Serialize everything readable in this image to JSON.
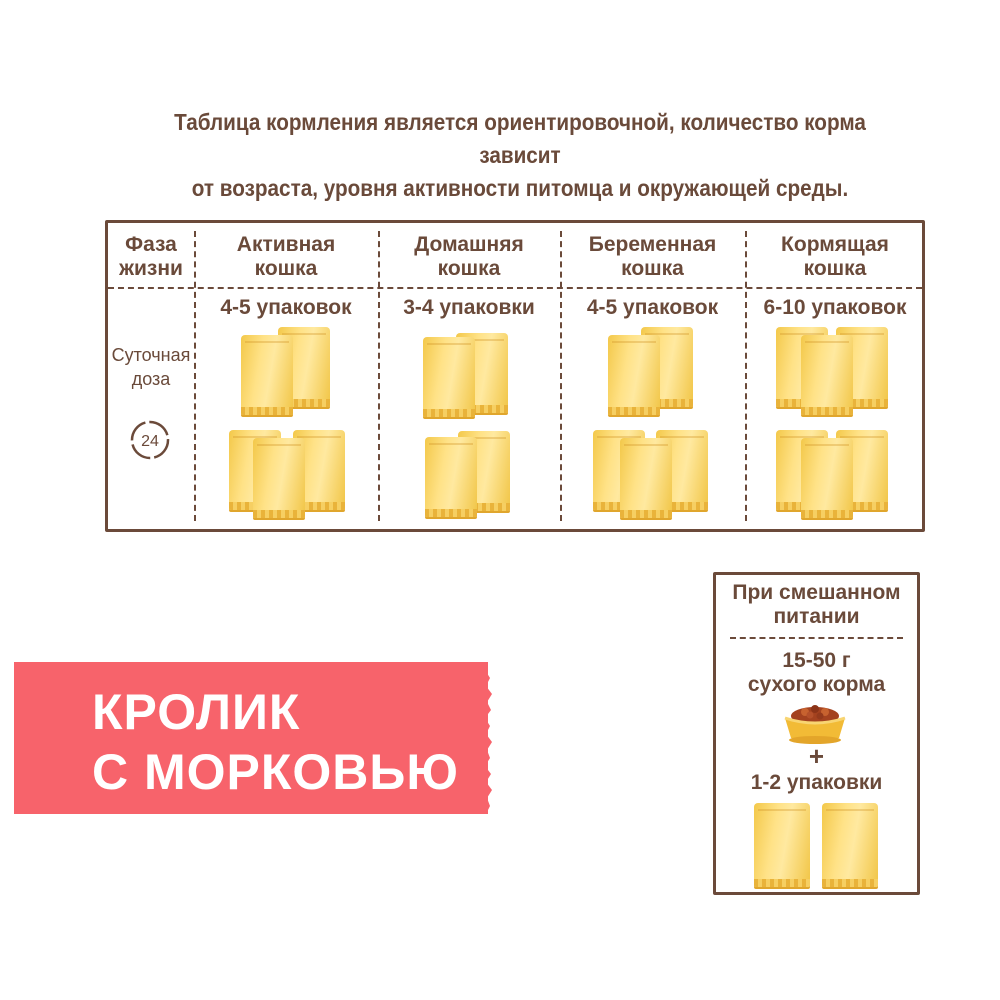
{
  "note": {
    "line1": "Таблица кормления является ориентировочной, количество корма зависит",
    "line2": "от возраста, уровня активности питомца и окружающей среды."
  },
  "table": {
    "phase_header": [
      "Фаза",
      "жизни"
    ],
    "daily_dose": [
      "Суточная",
      "доза"
    ],
    "clock_label": "24",
    "columns": [
      {
        "title": [
          "Активная",
          "кошка"
        ],
        "quantity": "4-5 упаковок"
      },
      {
        "title": [
          "Домашняя",
          "кошка"
        ],
        "quantity": "3-4 упаковки"
      },
      {
        "title": [
          "Беременная",
          "кошка"
        ],
        "quantity": "4-5 упаковок"
      },
      {
        "title": [
          "Кормящая",
          "кошка"
        ],
        "quantity": "6-10 упаковок"
      }
    ]
  },
  "banner": {
    "line1": "КРОЛИК",
    "line2": "С МОРКОВЬЮ",
    "color": "#f7636b"
  },
  "mixed": {
    "title": [
      "При смешанном",
      "питании"
    ],
    "dry": [
      "15-50 г",
      "сухого корма"
    ],
    "bowl_icon": "food-bowl-icon",
    "plus": "+",
    "quantity": "1-2 упаковки"
  },
  "colors": {
    "text_brown": "#6a4a3a",
    "pouch_yellow": "#ffe287"
  }
}
